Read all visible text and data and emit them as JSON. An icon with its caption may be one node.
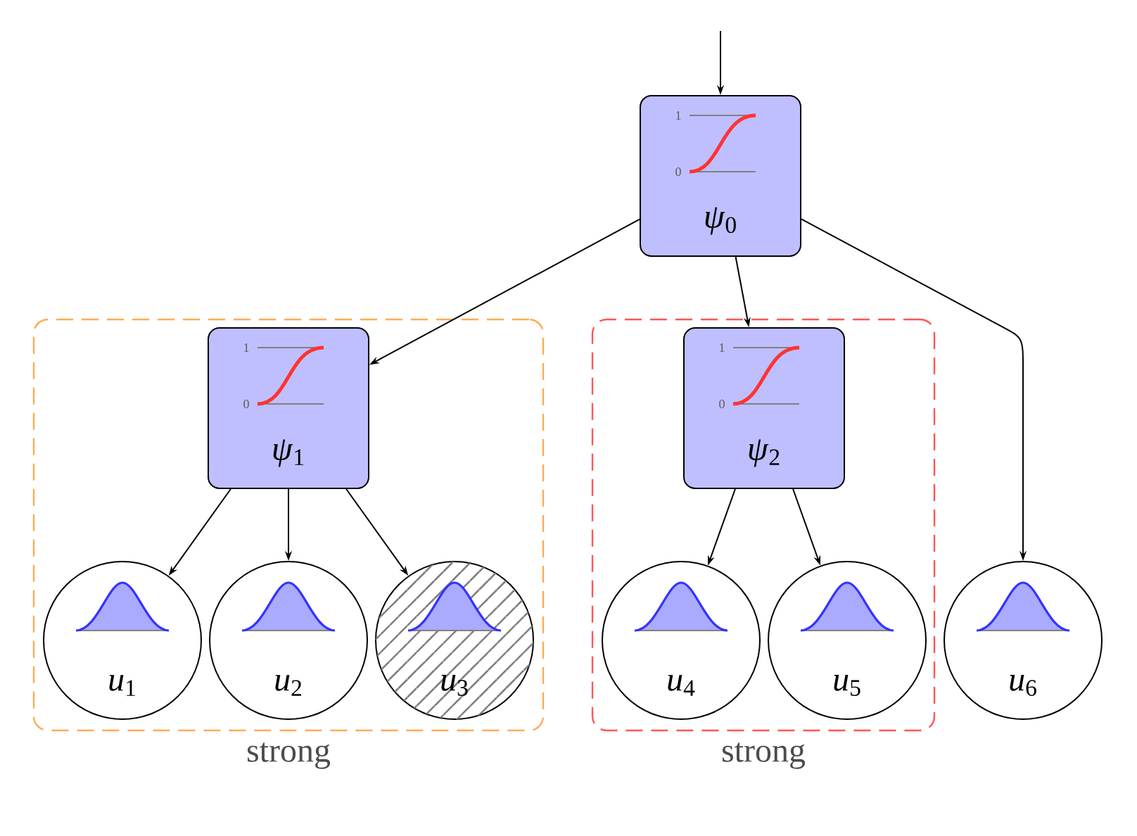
{
  "diagram": {
    "nodes": [
      {
        "text": [
          "*ψ*$_{0}$"
        ]
      },
      {
        "text": [
          "strong"
        ]
      },
      {
        "text": [
          "*ψ*$_{1}$"
        ],
        "in": 1
      },
      {
        "text": [
          "*u*$_{1}$"
        ],
        "in": 1
      },
      {
        "text": [
          "*u*$_{2}$"
        ],
        "in": 1
      },
      {
        "text": [
          "*u*$_{3}$"
        ],
        "in": 1
      },
      {
        "text": [
          "strong"
        ]
      },
      {
        "text": [
          "*ψ*$_{2}$"
        ],
        "in": 6
      },
      {
        "text": [
          "*u*$_{4}$"
        ],
        "in": 6
      },
      {
        "text": [
          "*u*$_{5}$"
        ],
        "in": 6
      },
      {
        "text": [
          "*u*$_{6}$"
        ]
      }
    ],
    "edges": [
      {
        "from": null,
        "to": 0,
        "arrow": "to"
      },
      {
        "from": 0,
        "to": 2,
        "arrow": "to"
      },
      {
        "from": 0,
        "to": 7,
        "arrow": "to"
      },
      {
        "from": 0,
        "to": 10,
        "arrow": "to"
      },
      {
        "from": 2,
        "to": 3,
        "arrow": "to"
      },
      {
        "from": 2,
        "to": 4,
        "arrow": "to"
      },
      {
        "from": 2,
        "to": 5,
        "arrow": "to"
      },
      {
        "from": 7,
        "to": 8,
        "arrow": "to"
      },
      {
        "from": 7,
        "to": 9,
        "arrow": "to"
      }
    ],
    "labels": [
      "1",
      "0",
      "1",
      "0",
      "1",
      "0"
    ]
  }
}
